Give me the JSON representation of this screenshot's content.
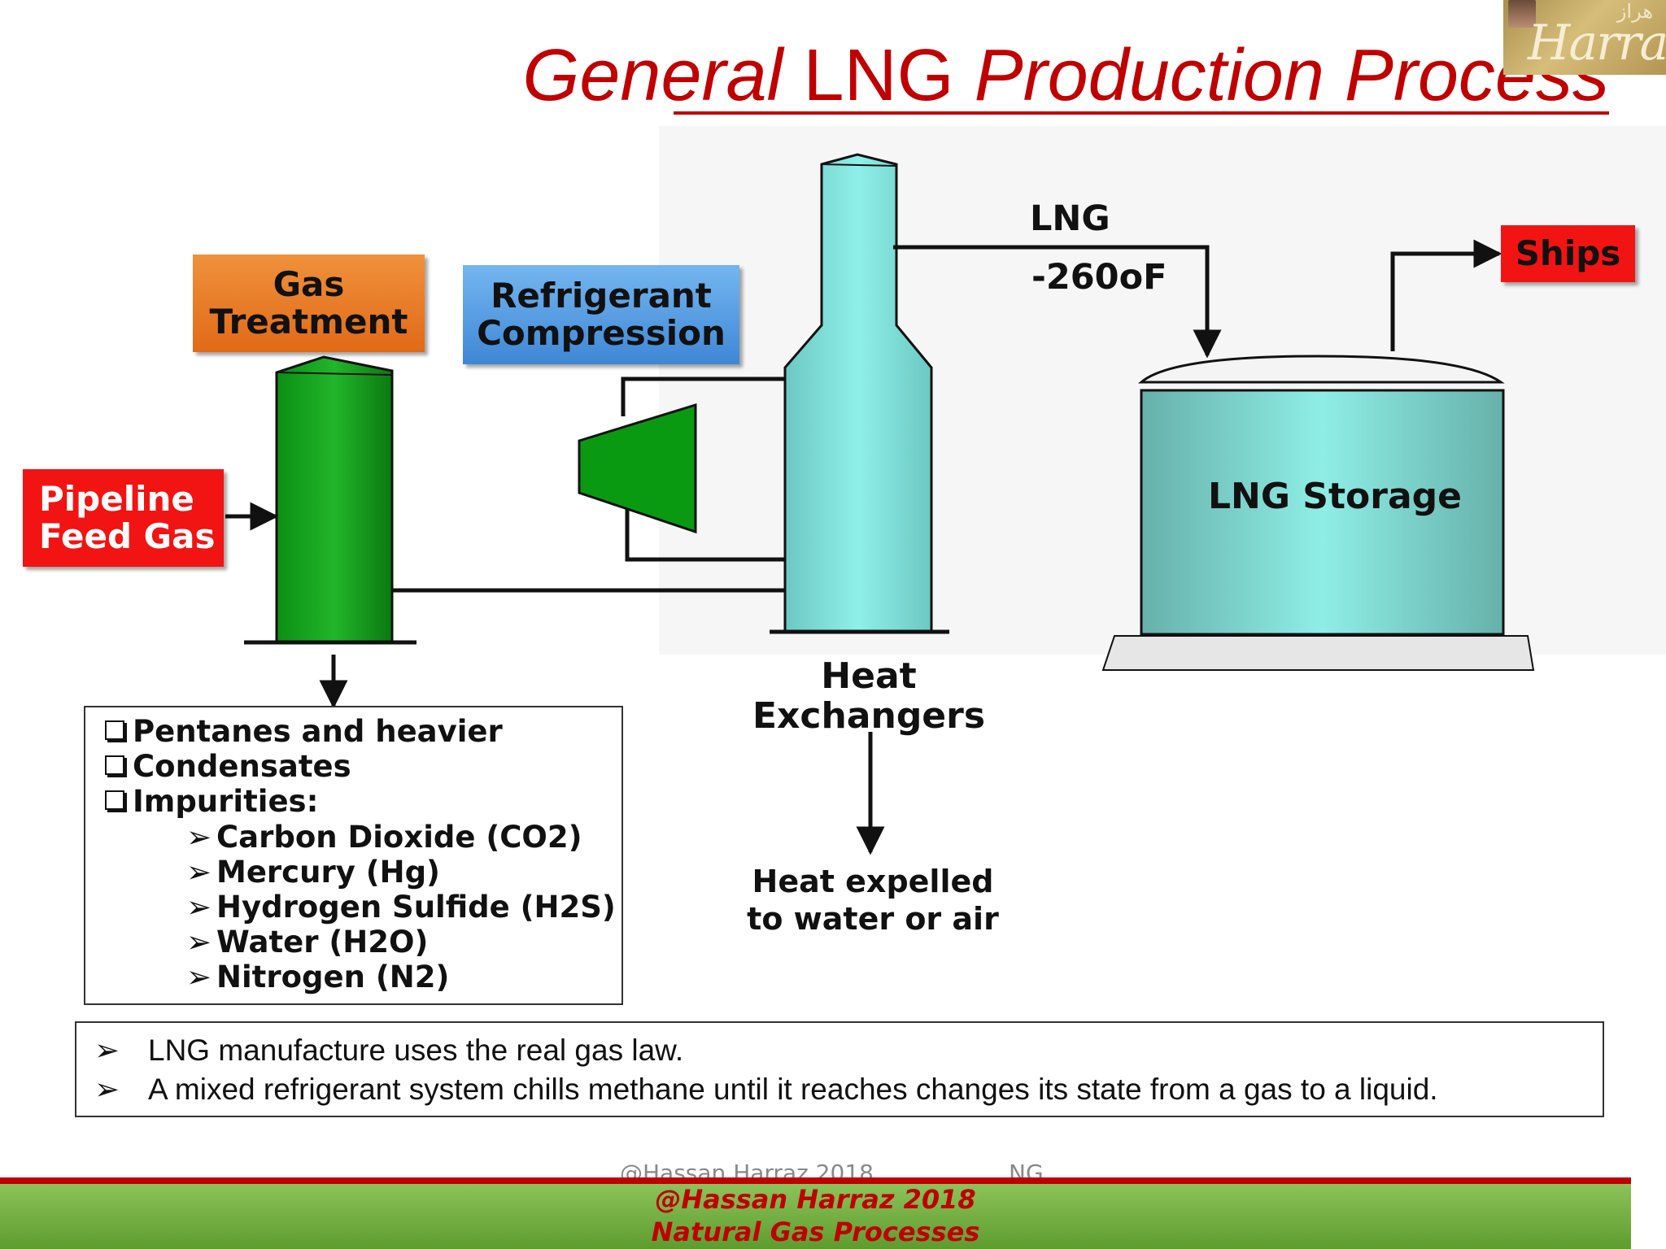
{
  "title": {
    "part1": "General",
    "part2": "LNG",
    "part3": "Production Process"
  },
  "logo": {
    "name": "Harraz",
    "arabic": "هراز"
  },
  "labels": {
    "gas_treatment": "Gas Treatment",
    "refrigerant_compression": "Refrigerant Compression",
    "pipeline_feed_gas": "Pipeline Feed Gas",
    "ships": "Ships",
    "lng": "LNG",
    "temperature": "-260oF",
    "lng_storage": "LNG Storage",
    "heat_exchangers": "Heat Exchangers",
    "heat_expelled": "Heat expelled to water or air"
  },
  "removed_items": {
    "main": [
      "Pentanes and heavier",
      "Condensates",
      "Impurities:"
    ],
    "impurities": [
      "Carbon Dioxide (CO2)",
      "Mercury (Hg)",
      "Hydrogen Sulfide (H2S)",
      "Water (H2O)",
      "Nitrogen (N2)"
    ]
  },
  "notes": [
    "LNG manufacture uses the real gas law.",
    "A mixed refrigerant system chills methane until it reaches changes its state from a gas to a liquid."
  ],
  "watermark": {
    "left": "@Hassan Harraz 2018",
    "right": "NG"
  },
  "footer": {
    "line1": "@Hassan Harraz 2018",
    "line2": "Natural Gas Processes"
  },
  "colors": {
    "title_red": "#c00000",
    "box_red": "#f21313",
    "gas_orange": "#e8792a",
    "refrig_blue": "#5a9fe2",
    "green_vessel": "#0a9a12",
    "cyan_vessel": "#7fe3dc",
    "footer_green": "#7ab548"
  }
}
